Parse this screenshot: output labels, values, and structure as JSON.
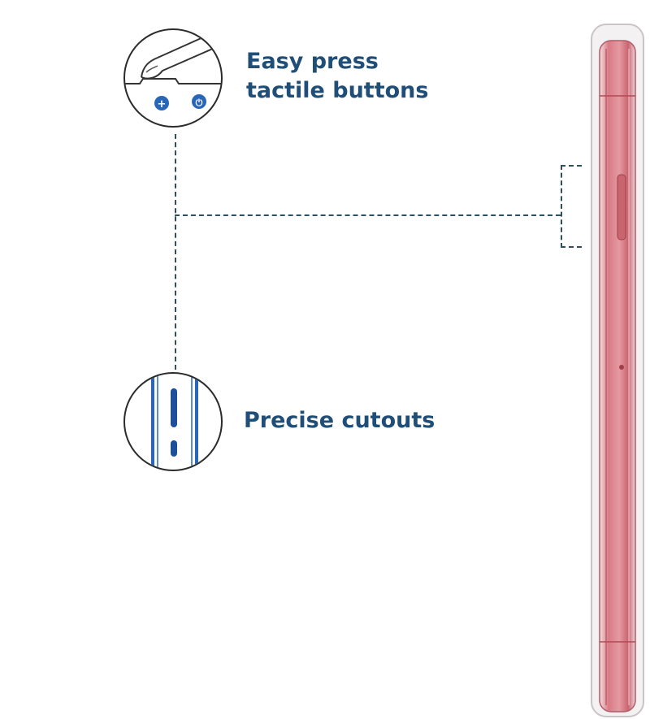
{
  "callouts": {
    "buttons": {
      "line1": "Easy press",
      "line2": "tactile buttons",
      "icon": "finger-press-buttons-icon"
    },
    "cutouts": {
      "text": "Precise cutouts",
      "icon": "side-cutouts-icon"
    }
  },
  "phone": {
    "case_color": "#d98a93",
    "frame_color": "#e8e6e8"
  },
  "colors": {
    "label": "#1f4e79",
    "button_blue": "#2a66b8",
    "dash": "#2f4f5f"
  }
}
